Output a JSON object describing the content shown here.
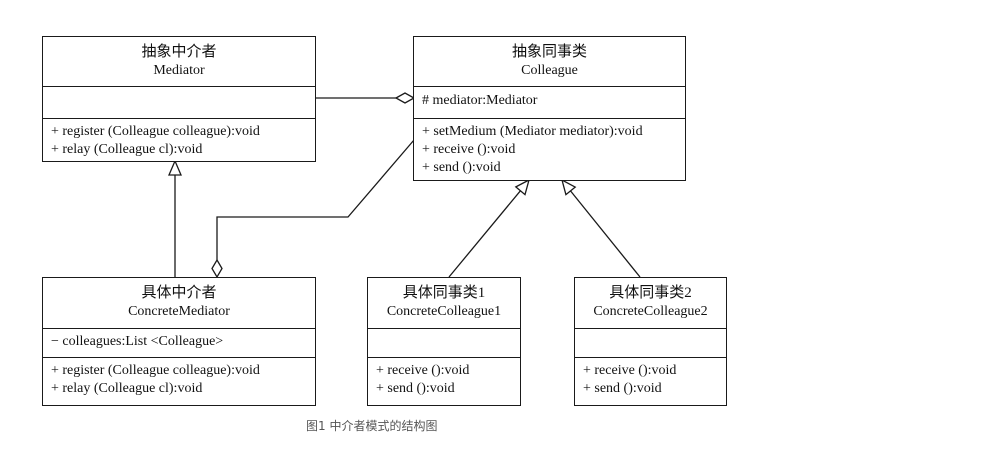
{
  "classes": {
    "mediator": {
      "title_cn": "抽象中介者",
      "title_en": "Mediator",
      "attributes": [],
      "methods": [
        "+ register (Colleague colleague):void",
        "+ relay (Colleague cl):void"
      ]
    },
    "colleague": {
      "title_cn": "抽象同事类",
      "title_en": "Colleague",
      "attributes": [
        "# mediator:Mediator"
      ],
      "methods": [
        "+ setMedium (Mediator mediator):void",
        "+ receive ():void",
        "+ send ():void"
      ]
    },
    "concrete_mediator": {
      "title_cn": "具体中介者",
      "title_en": "ConcreteMediator",
      "attributes": [
        "− colleagues:List <Colleague>"
      ],
      "methods": [
        "+ register (Colleague colleague):void",
        "+ relay (Colleague cl):void"
      ]
    },
    "concrete_colleague1": {
      "title_cn": "具体同事类1",
      "title_en": "ConcreteColleague1",
      "attributes": [],
      "methods": [
        "+ receive ():void",
        "+ send ():void"
      ]
    },
    "concrete_colleague2": {
      "title_cn": "具体同事类2",
      "title_en": "ConcreteColleague2",
      "attributes": [],
      "methods": [
        "+ receive ():void",
        "+ send ():void"
      ]
    }
  },
  "relations": [
    {
      "type": "aggregation",
      "from": "mediator",
      "to": "colleague"
    },
    {
      "type": "aggregation",
      "from": "colleague",
      "to": "concrete_mediator"
    },
    {
      "type": "generalization",
      "from": "concrete_mediator",
      "to": "mediator"
    },
    {
      "type": "generalization",
      "from": "concrete_colleague1",
      "to": "colleague"
    },
    {
      "type": "generalization",
      "from": "concrete_colleague2",
      "to": "colleague"
    }
  ],
  "caption": "图1 中介者模式的结构图"
}
